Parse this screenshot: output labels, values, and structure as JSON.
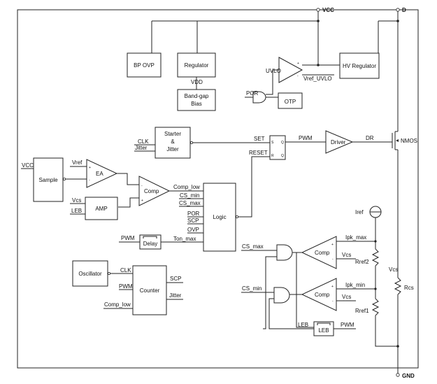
{
  "pins": {
    "vcc": "VCC",
    "d": "D",
    "gnd": "GND"
  },
  "blocks": {
    "bp_ovp": "BP OVP",
    "regulator": "Regulator",
    "vdd": "VDD",
    "bandgap_1": "Band-gap",
    "bandgap_2": "Bias",
    "uvlo": "UVLO",
    "vref_uvlo": "Vref_UVLO",
    "hv_regulator": "HV Regulator",
    "por_in": "POR",
    "otp": "OTP",
    "starter_1": "Starter",
    "starter_2": "&",
    "starter_3": "Jitter",
    "clk_in": "CLK",
    "jitter_in": "Jitter",
    "set": "SET",
    "reset": "RESET",
    "ff_s": "S",
    "ff_q": "Q",
    "ff_r": "R",
    "ff_qb": "Q",
    "pwm": "PWM",
    "driver": "Driver",
    "dr": "DR",
    "nmos": "NMOS",
    "vcc_in": "VCC",
    "sample": "Sample",
    "vref": "Vref",
    "ea": "EA",
    "comp": "Comp",
    "vcs": "Vcs",
    "leb_in": "LEB",
    "amp": "AMP",
    "logic": "Logic",
    "logic_inputs": [
      "Comp_low",
      "CS_min",
      "CS_max",
      "POR",
      "SCP",
      "OVP",
      "Ton_max"
    ],
    "pwm_in": "PWM",
    "delay": "Delay",
    "oscillator": "Oscillator",
    "counter": "Counter",
    "counter_clk": "CLK",
    "counter_pwm": "PWM",
    "counter_comp_low": "Comp_low",
    "counter_scp": "SCP",
    "counter_jitter": "Jitter",
    "iref": "Iref",
    "cs_max": "CS_max",
    "cs_min": "CS_min",
    "comp_upper": "Comp",
    "comp_lower": "Comp",
    "ipk_max": "Ipk_max",
    "ipk_min": "Ipk_min",
    "vcs_upper": "Vcs",
    "vcs_lower": "Vcs",
    "rref2": "Rref2",
    "rref1": "Rref1",
    "vcs_right": "Vcs",
    "rcs": "Rcs",
    "leb_label": "LEB",
    "leb_block": "LEB",
    "leb_pwm": "PWM",
    "plus": "+",
    "minus": "-"
  }
}
